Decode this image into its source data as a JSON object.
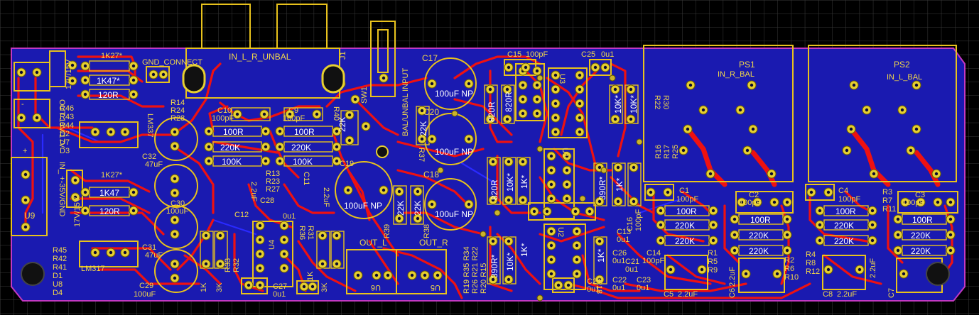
{
  "colors": {
    "background": "#000000",
    "grid": "#3a3a3a",
    "board_fill": "#1a1ab0",
    "board_edge": "#c238c2",
    "silkscreen": "#e8c21c",
    "trace_top": "#ee1111",
    "trace_bottom": "#2a2aff",
    "pad": "#e6cf30"
  },
  "connectors": {
    "j1": "J1",
    "in_unbal": "IN_L_R_UNBAL",
    "ps1": "PS1",
    "ps1_label": "IN_R_BAL",
    "ps2": "PS2",
    "ps2_label": "IN_L_BAL",
    "gnd_connect": "GND_CONNECT",
    "sw1": "SW1",
    "sw1_text": "BAL/UNBAL INPUT",
    "out_l": "OUT_L",
    "out_r": "OUT_R",
    "u9": "U9",
    "u6": "U6",
    "u5": "U5",
    "in_35v": "IN_ +-35V/GND",
    "out_15v": "OUT 15V/17V",
    "mark_17v": "17V/15V",
    "mark_17v_b": "17V/15V",
    "plus": "+",
    "minus": "-"
  },
  "power": {
    "r_1k27_top": "1K27*",
    "r_1k47_top": "1K47*",
    "r_120_top": "120R",
    "lm337": "LM337",
    "r_1k27_bot": "1K27*",
    "r_1k47_bot": "1K47",
    "r_120_bot": "120R",
    "lm317": "LM317",
    "top_refs": [
      "R46",
      "R43",
      "R44",
      "D2",
      "U7",
      "D3"
    ],
    "bot_refs": [
      "R45",
      "R42",
      "R41",
      "D1",
      "U8",
      "D4"
    ],
    "c32": "C32",
    "c32_val": "47uF",
    "c30": "C30",
    "c30_val": "100uF",
    "c31": "C31",
    "c31_val": "47uF",
    "c29": "C29",
    "c29_val": "100uF"
  },
  "left_amp": {
    "r14_group": [
      "R14",
      "R24",
      "R28"
    ],
    "c10": "C10",
    "c10_val": "100pF",
    "c9": "C9",
    "c9_val": "100pF",
    "r40": "R40",
    "r_100r_a": "100R",
    "r_220k_a": "220K",
    "r_100k_a": "100K",
    "r_100r_b": "100R",
    "r_220k_b": "220K",
    "r_100k_b": "100K",
    "r13_group": [
      "R13",
      "R23",
      "R27"
    ],
    "c11": "C11",
    "c11_val": "2.2uF",
    "c19": "C19",
    "r_22k_40": "22K",
    "c_2_2uf_v": "2.2uF",
    "c28": "C28",
    "c12": "C12",
    "c12_val": "0u1",
    "u4": "U4",
    "r36": "R36",
    "r31": "R31",
    "r33": "R33",
    "r32": "R32",
    "r_1k": "1K",
    "r_3k": "3K",
    "r_1k_b": "1K",
    "r_3k_b": "3K",
    "c27": "C27",
    "c27_val": "0u1"
  },
  "center": {
    "c17": "C17",
    "c17_val": "100uF  NP",
    "c20": "C20",
    "c20_val": "100uF  NP",
    "c18": "C18",
    "c18_val": "100uF  NP",
    "c19_val": "100uF  NP",
    "r37": "R37",
    "r39": "R39",
    "r38": "R38",
    "r_22k_1": "22K",
    "r_22k_2": "22K",
    "r_22k_3": "22K",
    "r_22k_4": "22K",
    "r_group_a": "R19 R35 R34",
    "r_group_b": "R26 R21 R22",
    "r_group_c": "R20 R15"
  },
  "right_amp": {
    "c15": "C15",
    "c15_val": "100pF",
    "c25": "C25",
    "c25_val": "0u1",
    "u3": "U3",
    "u1": "U1",
    "u2": "U2",
    "r_820_1": "820R",
    "r_820_2": "820R",
    "r_820_3": "820R",
    "r_10k_1": "10K*",
    "r_10k_2": "10K*",
    "r_1k_1": "1K*",
    "r_1k_2": "1K*",
    "r_1k_3": "1K*",
    "r_390_1": "390R*",
    "r_390_2": "390R*",
    "r_10k_3": "10K*",
    "r_1k_4": "1K*",
    "r_10k_4": "10K*",
    "c13": "C13",
    "c13_val": "0u1",
    "c16": "C16",
    "c16_val": "100pF",
    "c14": "C14",
    "c14_val": "100pF",
    "c26": "C26",
    "c26_val": "0u1",
    "c21": "C21",
    "c21_val": "0u1",
    "c22": "C22",
    "c22_val": "0u1",
    "c23": "C23",
    "c23_val": "0u1",
    "c24": "C24",
    "c24_val": "0u1",
    "r18": "R18"
  },
  "bal_r": {
    "r22": "R22",
    "r30": "R30",
    "r16": "R16",
    "r17": "R17",
    "r25": "R25",
    "c1": "C1",
    "c1_val": "100pF",
    "c2": "C2",
    "c2_val": "100pF",
    "r_100r_1": "100R",
    "r_220k_1": "220K",
    "r_220k_2": "220K",
    "r_100r_2": "100R",
    "r_220k_3": "220K",
    "r_220k_4": "220K",
    "r1": "R1",
    "r5": "R5",
    "r9": "R9",
    "r2": "R2",
    "r6": "R6",
    "r10": "R10",
    "c5": "C5",
    "c5_val": "2.2uF",
    "c6": "C6",
    "c6_val": "2.2uF"
  },
  "bal_l": {
    "c4": "C4",
    "c4_val": "100pF",
    "c3": "C3",
    "c3_val": "100pF",
    "r3": "R3",
    "r7": "R7",
    "r11": "R11",
    "r_100r_1": "100R",
    "r_220k_1": "220K",
    "r_220k_2": "220K",
    "r_100r_2": "100R",
    "r_220k_3": "220K",
    "r_220k_4": "220K",
    "r4": "R4",
    "r8": "R8",
    "r12": "R12",
    "c8": "C8",
    "c8_val": "2.2uF",
    "c7": "C7",
    "c7_val": "2.2uF"
  }
}
